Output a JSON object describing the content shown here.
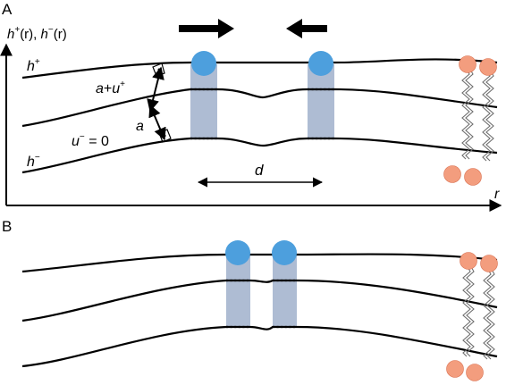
{
  "panels": {
    "a": {
      "label": "A",
      "yaxis_label": {
        "parts": [
          "h",
          "+",
          "(r), ",
          "h",
          "−",
          "(r)"
        ]
      },
      "xaxis_label": "r",
      "upper_leaflet": {
        "base": "h",
        "sup": "+"
      },
      "lower_leaflet": {
        "base": "h",
        "sup": "−"
      },
      "upper_thickness": {
        "a": "a",
        "plus": "+",
        "u": "u",
        "sup": "+"
      },
      "lower_thickness": "a",
      "constraint": {
        "u": "u",
        "sup": "−",
        "rest": " = 0"
      },
      "distance": "d"
    },
    "b": {
      "label": "B"
    }
  },
  "colors": {
    "protein_head": "#4d9fdd",
    "protein_body": "#aebcd3",
    "lipid_head": "#f39d7e",
    "membrane_line": "#000000"
  },
  "icons": [
    "arrow-right-icon",
    "arrow-left-icon",
    "lipid-icon",
    "protein-icon",
    "right-angle-icon"
  ]
}
